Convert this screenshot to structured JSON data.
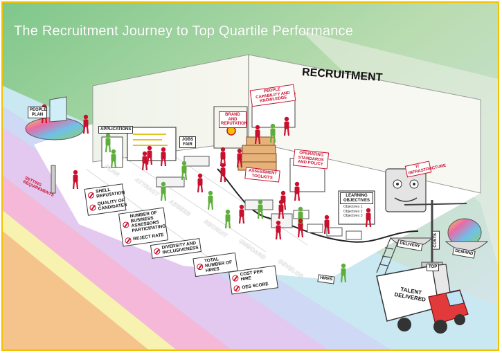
{
  "title": "The Recruitment Journey to Top Quartile Performance",
  "room_sign": "RECRUITMENT",
  "stages": [
    "PLAN",
    "ATTRACT",
    "ASSESS",
    "RECRUIT",
    "ONBOARD",
    "DEVELOP"
  ],
  "labels": {
    "people_plan": "PEOPLE PLAN",
    "applications": "APPLICATIONS",
    "jobs_fair": "JOBS FAIR",
    "brand_reputation": "BRAND AND REPUTATION",
    "people_capability": "PEOPLE CAPABILITY AND KNOWLEDGE",
    "assessment_toolkits": "ASSESSMENT TOOLKITS",
    "operating_standards": "OPERATING STANDARDS AND POLICY",
    "learning_objectives": "LEARNING OBJECTIVES",
    "objectives_lines": [
      "Objectives 1",
      "Objectives 2",
      "Objectives 3"
    ],
    "it_infrastructure": "IT INFRASTRUCTURE",
    "delivery": "DELIVERY",
    "costs": "COSTS",
    "demand": "DEMAND",
    "top": "TOP",
    "talent_delivered": "TALENT DELIVERED",
    "hires": "HIRES",
    "setting_requirements": "SETTING REQUIREMENTS",
    "shell": "SHELL"
  },
  "boards": [
    {
      "items": [
        "SHELL REPUTATION",
        "QUALITY OF CANDIDATES"
      ]
    },
    {
      "items": [
        "NUMBER OF BUSINESS ASSESSORS PARTICIPATING",
        "REJECT RATE"
      ]
    },
    {
      "items": [
        "DIVERSITY AND INCLUSIVENESS"
      ]
    },
    {
      "items": [
        "TOTAL NUMBER OF HIRES"
      ]
    },
    {
      "items": [
        "COST PER HIRE",
        "OES SCORE"
      ]
    }
  ],
  "colors": {
    "figure_red": "#c8102e",
    "figure_green": "#5fae3c",
    "frame_yellow": "#f2c200",
    "floor": "#ffffff"
  }
}
